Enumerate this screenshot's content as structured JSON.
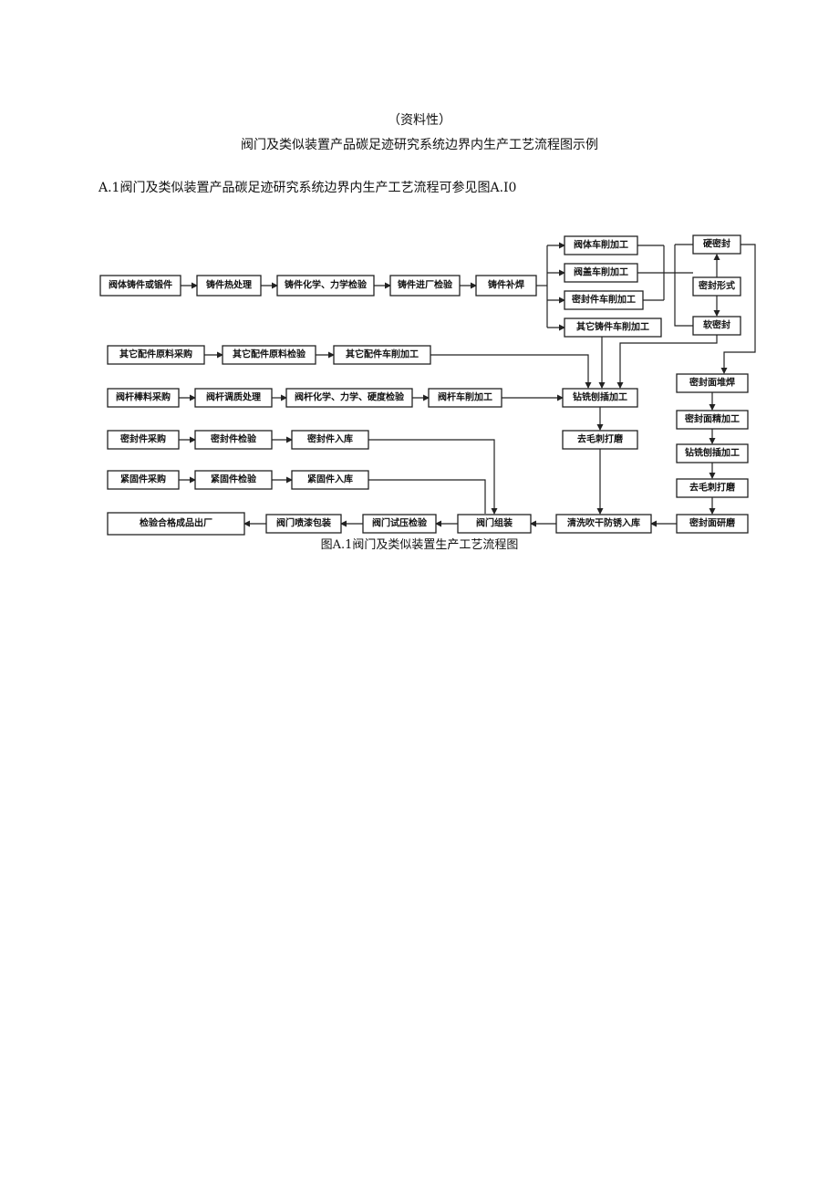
{
  "header": {
    "appendix_note": "（资料性）",
    "title": "阀门及类似装置产品碳足迹研究系统边界内生产工艺流程图示例"
  },
  "intro": "A.1阀门及类似装置产品碳足迹研究系统边界内生产工艺流程可参见图A.I0",
  "figure": {
    "caption": "图A.1阀门及类似装置生产工艺流程图",
    "nodes": [
      {
        "id": "n1",
        "label": "阀体铸件或锻件"
      },
      {
        "id": "n2",
        "label": "铸件热处理"
      },
      {
        "id": "n3",
        "label": "铸件化学、力学检验"
      },
      {
        "id": "n4",
        "label": "铸件进厂检验"
      },
      {
        "id": "n5",
        "label": "铸件补焊"
      },
      {
        "id": "n6",
        "label": "阀体车削加工"
      },
      {
        "id": "n7",
        "label": "阀盖车削加工"
      },
      {
        "id": "n8",
        "label": "密封件车削加工"
      },
      {
        "id": "n9",
        "label": "其它铸件车削加工"
      },
      {
        "id": "n10",
        "label": "硬密封"
      },
      {
        "id": "n11",
        "label": "密封形式"
      },
      {
        "id": "n12",
        "label": "软密封"
      },
      {
        "id": "n13",
        "label": "其它配件原料采购"
      },
      {
        "id": "n14",
        "label": "其它配件原料检验"
      },
      {
        "id": "n15",
        "label": "其它配件车削加工"
      },
      {
        "id": "n16",
        "label": "阀杆棒料采购"
      },
      {
        "id": "n17",
        "label": "阀杆调质处理"
      },
      {
        "id": "n18",
        "label": "阀杆化学、力学、硬度检验"
      },
      {
        "id": "n19",
        "label": "阀杆车削加工"
      },
      {
        "id": "n20",
        "label": "钻铣刨插加工"
      },
      {
        "id": "n21",
        "label": "去毛刺打磨"
      },
      {
        "id": "n22",
        "label": "密封件采购"
      },
      {
        "id": "n23",
        "label": "密封件检验"
      },
      {
        "id": "n24",
        "label": "密封件入库"
      },
      {
        "id": "n25",
        "label": "紧固件采购"
      },
      {
        "id": "n26",
        "label": "紧固件检验"
      },
      {
        "id": "n27",
        "label": "紧固件入库"
      },
      {
        "id": "n28",
        "label": "检验合格成品出厂"
      },
      {
        "id": "n29",
        "label": "阀门喷漆包装"
      },
      {
        "id": "n30",
        "label": "阀门试压检验"
      },
      {
        "id": "n31",
        "label": "阀门组装"
      },
      {
        "id": "n32",
        "label": "清洗吹干防锈入库"
      },
      {
        "id": "n33",
        "label": "密封面研磨"
      },
      {
        "id": "n34",
        "label": "密封面堆焊"
      },
      {
        "id": "n35",
        "label": "密封面精加工"
      },
      {
        "id": "n36",
        "label": "钻铣刨插加工"
      },
      {
        "id": "n37",
        "label": "去毛刺打磨"
      }
    ]
  }
}
